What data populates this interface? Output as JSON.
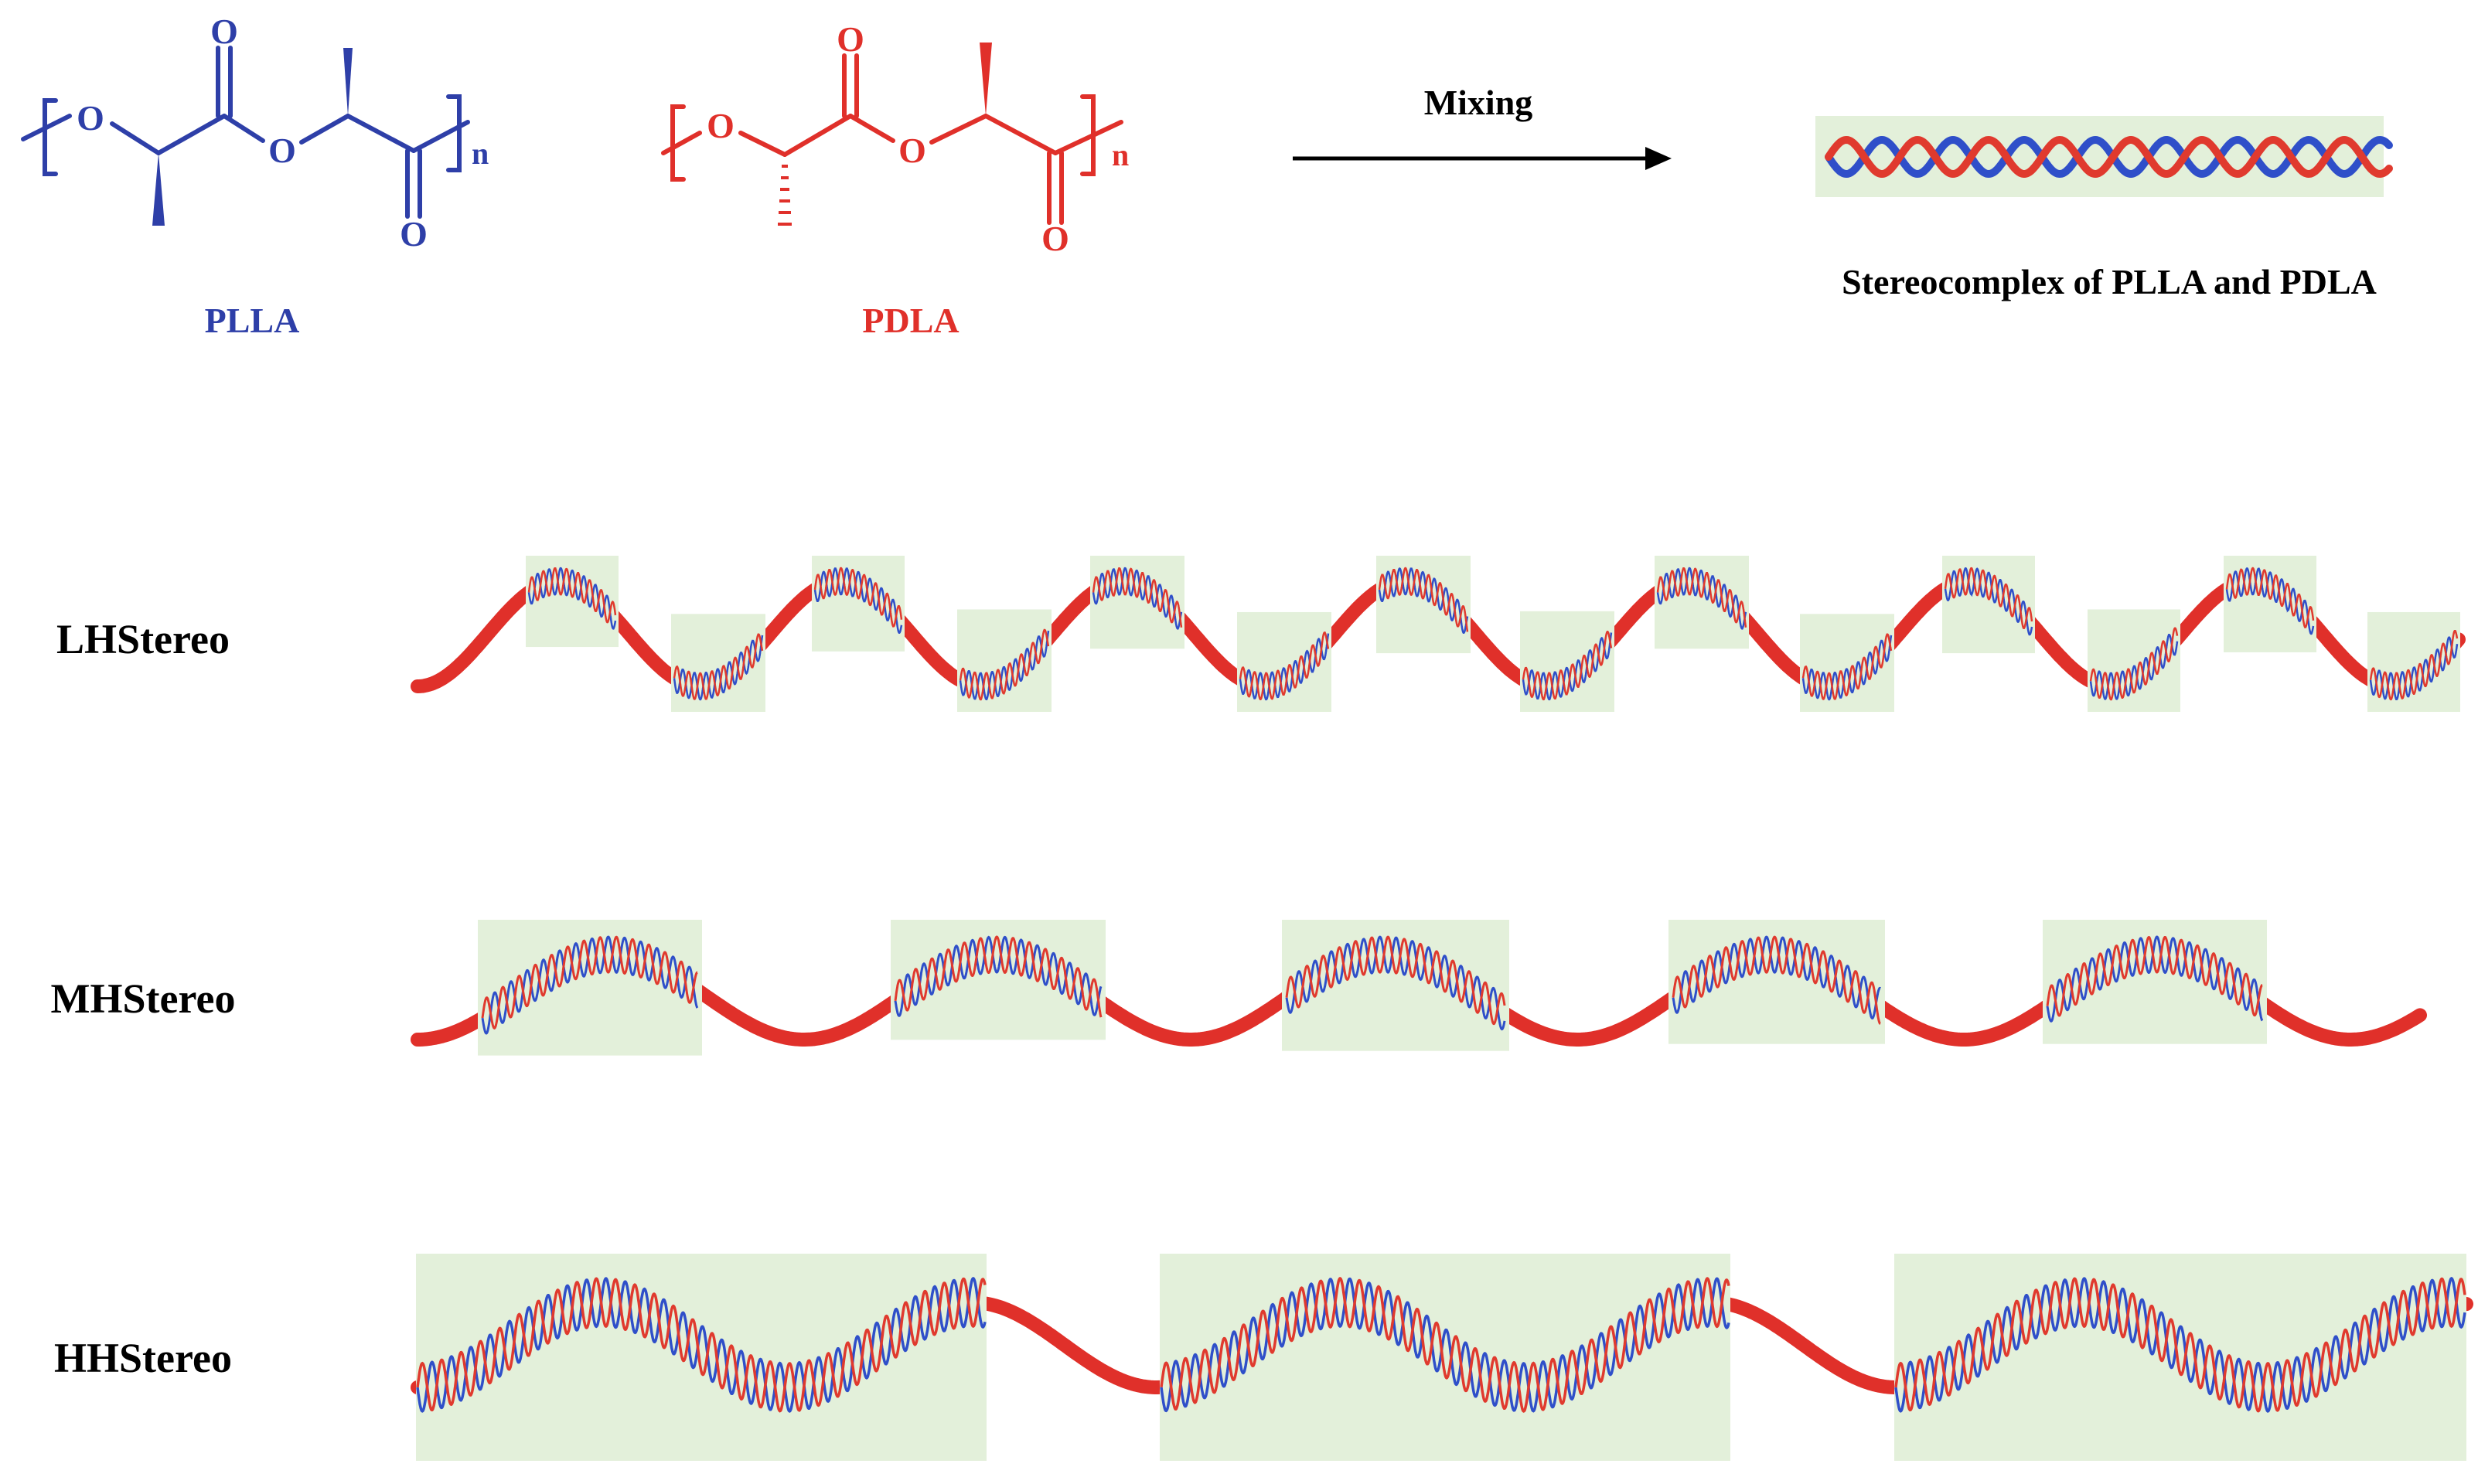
{
  "colors": {
    "plla": "#2e3fa8",
    "pdla": "#e0302a",
    "helix_blue": "#2f4fc9",
    "helix_red": "#e03a2e",
    "stereo_box": "#e3f0da",
    "arrow": "#000000",
    "text": "#000000"
  },
  "top": {
    "plla_label": "PLLA",
    "pdla_label": "PDLA",
    "mixing_label": "Mixing",
    "stereocomplex_label": "Stereocomplex of PLLA and PDLA",
    "atom_o": "O",
    "subscript_n": "n"
  },
  "rows": [
    {
      "label": "LHStereo"
    },
    {
      "label": "MHStereo"
    },
    {
      "label": "HHStereo"
    }
  ]
}
